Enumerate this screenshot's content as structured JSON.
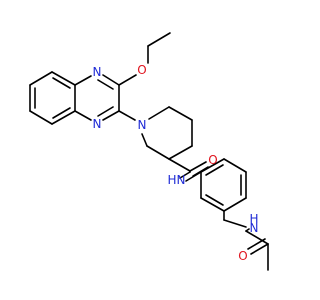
{
  "molecule": {
    "atoms": {
      "n_quinox_top": "N",
      "o_ethoxy": "O",
      "n_quinox_bottom": "N",
      "n_piperidine": "N",
      "o_carbonyl": "O",
      "n_amide_label": "N",
      "n_amide_h": "H",
      "n_acetamide_h": "H",
      "n_acetamide_label": "N",
      "o_acetyl": "O"
    },
    "colors": {
      "bond": "#000000",
      "nitrogen": "#1f2bd6",
      "oxygen": "#e0151f",
      "background": "#ffffff"
    }
  }
}
